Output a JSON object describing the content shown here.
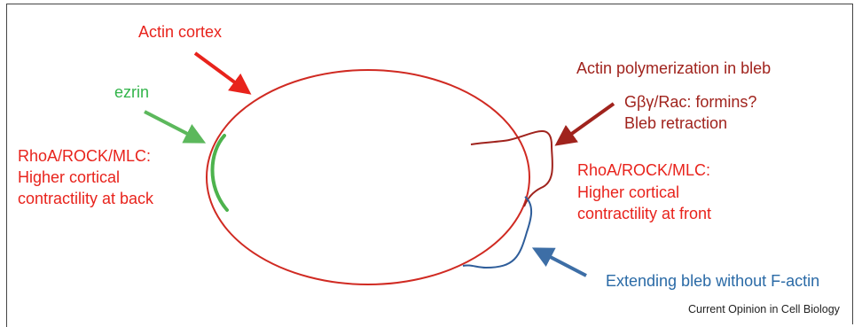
{
  "labels": {
    "actin_cortex": "Actin cortex",
    "ezrin": "ezrin",
    "back_line1": "RhoA/ROCK/MLC:",
    "back_line2": "Higher cortical",
    "back_line3": "contractility at back",
    "actin_poly": "Actin polymerization in bleb",
    "formins": "Gβγ/Rac: formins?",
    "bleb_retraction": "Bleb retraction",
    "front_line1": "RhoA/ROCK/MLC:",
    "front_line2": "Higher cortical",
    "front_line3": "contractility at front",
    "extending_bleb": "Extending bleb without F-actin"
  },
  "credit": "Current Opinion in Cell Biology",
  "colors": {
    "red": "#e8231c",
    "dark_red": "#a0231d",
    "green": "#32b44a",
    "blue": "#2a6aa6"
  }
}
